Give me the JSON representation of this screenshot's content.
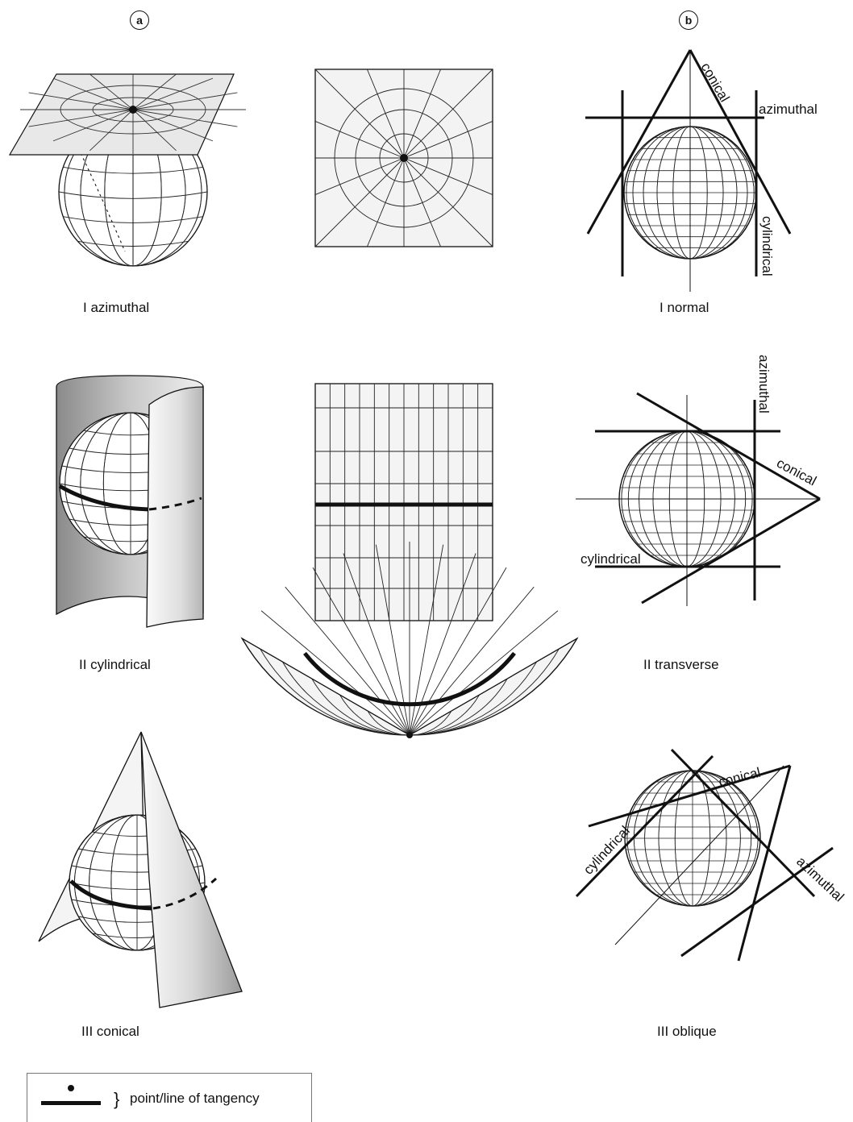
{
  "markers": {
    "a": "a",
    "b": "b"
  },
  "captions": {
    "azimuthal": "I azimuthal",
    "cylindrical": "II cylindrical",
    "conical": "III conical",
    "normal": "I normal",
    "transverse": "II transverse",
    "oblique": "III oblique"
  },
  "surface_labels": {
    "conical": "conical",
    "azimuthal": "azimuthal",
    "cylindrical": "cylindrical"
  },
  "legend": {
    "text": "point/line of tangency",
    "brace": "}"
  }
}
